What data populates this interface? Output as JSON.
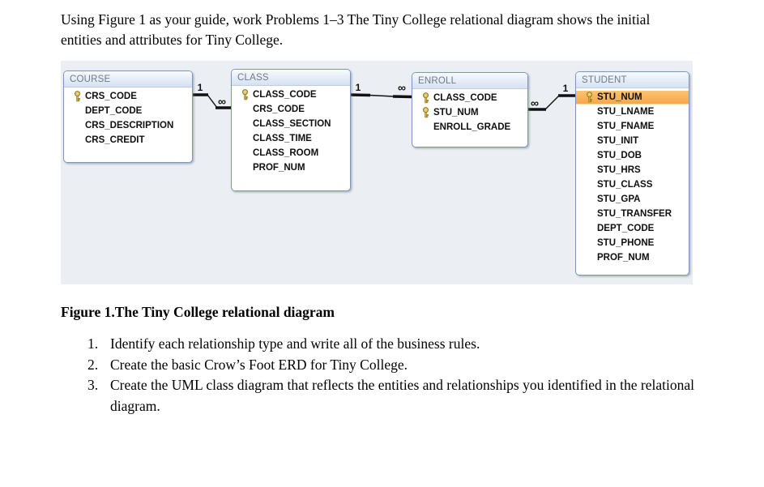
{
  "intro": {
    "text": "Using Figure 1 as your guide, work Problems 1–3 The Tiny College relational diagram shows the initial entities and attributes for Tiny College."
  },
  "diagram": {
    "tables": [
      {
        "title": "COURSE",
        "fields": [
          {
            "name": "CRS_CODE",
            "key": true
          },
          {
            "name": "DEPT_CODE"
          },
          {
            "name": "CRS_DESCRIPTION"
          },
          {
            "name": "CRS_CREDIT"
          }
        ]
      },
      {
        "title": "CLASS",
        "fields": [
          {
            "name": "CLASS_CODE",
            "key": true
          },
          {
            "name": "CRS_CODE"
          },
          {
            "name": "CLASS_SECTION"
          },
          {
            "name": "CLASS_TIME"
          },
          {
            "name": "CLASS_ROOM"
          },
          {
            "name": "PROF_NUM"
          }
        ]
      },
      {
        "title": "ENROLL",
        "fields": [
          {
            "name": "CLASS_CODE",
            "key": true
          },
          {
            "name": "STU_NUM",
            "key": true
          },
          {
            "name": "ENROLL_GRADE"
          }
        ]
      },
      {
        "title": "STUDENT",
        "fields": [
          {
            "name": "STU_NUM",
            "key": true,
            "highlighted": true
          },
          {
            "name": "STU_LNAME"
          },
          {
            "name": "STU_FNAME"
          },
          {
            "name": "STU_INIT"
          },
          {
            "name": "STU_DOB"
          },
          {
            "name": "STU_HRS"
          },
          {
            "name": "STU_CLASS"
          },
          {
            "name": "STU_GPA"
          },
          {
            "name": "STU_TRANSFER"
          },
          {
            "name": "DEPT_CODE"
          },
          {
            "name": "STU_PHONE"
          },
          {
            "name": "PROF_NUM"
          }
        ]
      }
    ],
    "relationships": [
      {
        "from": "COURSE",
        "to": "CLASS",
        "from_label": "1",
        "to_label": "∞"
      },
      {
        "from": "CLASS",
        "to": "ENROLL",
        "from_label": "1",
        "to_label": "∞"
      },
      {
        "from": "STUDENT",
        "to": "ENROLL",
        "from_label": "1",
        "to_label": "∞"
      }
    ],
    "colors": {
      "panel_bg": "#ebeef2",
      "table_border": "#7f96bc",
      "header_gradient_top": "#f7fbfe",
      "header_gradient_bottom": "#d6e2f2",
      "header_text": "#6e7a87",
      "highlight_orange": "#f8a94f",
      "key_gold": "#c9a227",
      "connector": "#111111"
    }
  },
  "caption": "Figure 1.The Tiny College relational diagram",
  "problems": {
    "items": [
      {
        "number": "1.",
        "text": "Identify each relationship type and write all of the business rules."
      },
      {
        "number": "2.",
        "text": "Create the basic Crow’s Foot ERD for Tiny College."
      },
      {
        "number": "3.",
        "text": "Create the UML class diagram that reflects the entities and relationships you identified in the relational diagram."
      }
    ]
  }
}
